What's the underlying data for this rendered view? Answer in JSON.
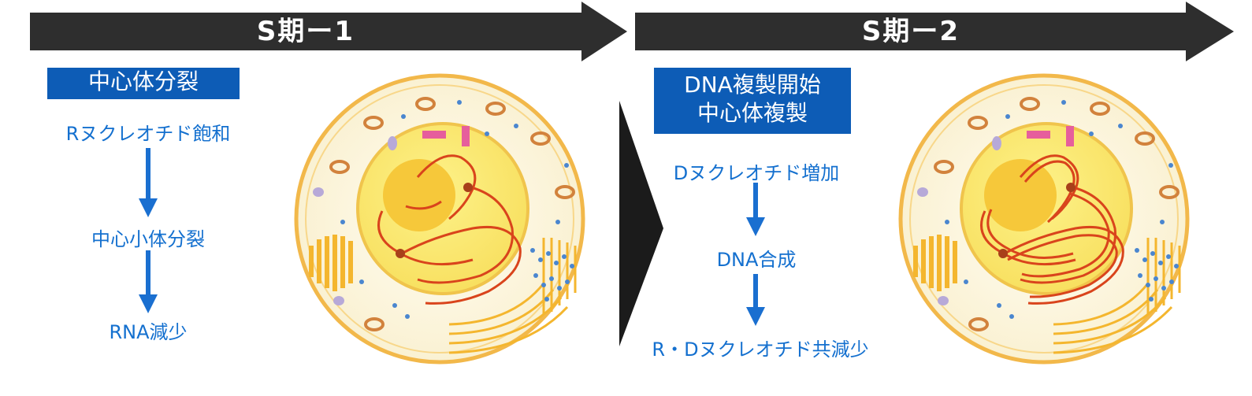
{
  "phase1": {
    "title": "S期ー1",
    "event_box": [
      "中心体分裂"
    ],
    "steps": [
      "Rヌクレオチド飽和",
      "中心小体分裂",
      "RNA減少"
    ]
  },
  "phase2": {
    "title": "S期ー2",
    "event_box": [
      "DNA複製開始",
      "中心体複製"
    ],
    "steps": [
      "Dヌクレオチド増加",
      "DNA合成",
      "R・Dヌクレオチド共減少"
    ]
  },
  "colors": {
    "phase_arrow": "#2e2e2e",
    "event_box_bg": "#0d5cb6",
    "step_text": "#1470cf",
    "flow_arrow": "#1a6fd0",
    "cell_membrane": "#f2b84a",
    "cytoplasm": "#fdf6dc",
    "nucleus": "#fbe870",
    "nucleolus": "#f6c83a",
    "chromatin": "#d9441c",
    "centrosome": "#e65e9c",
    "mitochondria": "#d2823c",
    "vesicle": "#b7a9d8",
    "ribosome": "#4a86cf"
  },
  "icons": {
    "cell1": "cell-illustration-icon",
    "cell2": "cell-illustration-icon",
    "divider": "chevron-right-icon"
  }
}
